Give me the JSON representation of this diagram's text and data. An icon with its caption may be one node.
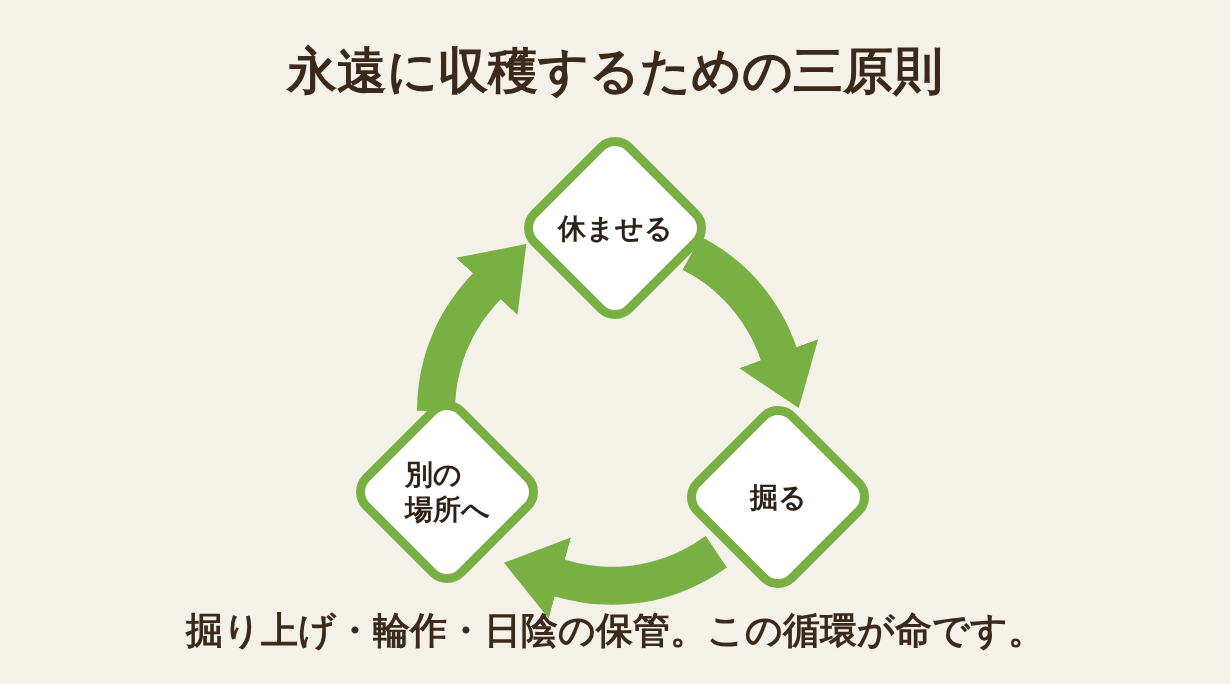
{
  "diagram": {
    "title": "永遠に収穫するための三原則",
    "caption": "掘り上げ・輪作・日陰の保管。この循環が命です。",
    "nodes": [
      {
        "text": [
          "休ませる"
        ]
      },
      {
        "text": [
          "掘る"
        ]
      },
      {
        "text": [
          "別の場所へ"
        ]
      }
    ],
    "edges": [
      {
        "from": 0,
        "to": 1,
        "arrow": "to"
      },
      {
        "from": 1,
        "to": 2,
        "arrow": "to"
      },
      {
        "from": 2,
        "to": 0,
        "arrow": "to"
      }
    ]
  }
}
